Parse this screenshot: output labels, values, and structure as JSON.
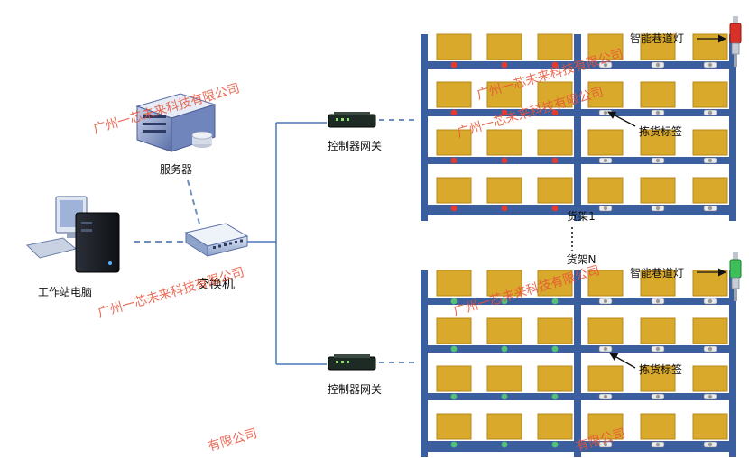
{
  "labels": {
    "server": "服务器",
    "workstation": "工作站电脑",
    "switch": "交换机",
    "controller_top": "控制器网关",
    "controller_bottom": "控制器网关",
    "aisle_light_top": "智能巷道灯",
    "aisle_light_bottom": "智能巷道灯",
    "pick_label_top": "拣货标签",
    "pick_label_bottom": "拣货标签",
    "rack_1": "货架1",
    "rack_n": "货架N"
  },
  "watermarks": [
    "广州一芯未来科技有限公司",
    "广州一芯未来科技有限公司",
    "广州一芯未来科技有限公司",
    "广州一芯未来科技有限公司",
    "广州一芯未来科技有限公司",
    "有限公司",
    "有限公司"
  ],
  "colors": {
    "rack_frame": "#3b5f9e",
    "box": "#d9a92b",
    "box_edge": "#b8891a",
    "indicator_red": "#e23b2f",
    "indicator_green": "#55c07a",
    "indicator_gray": "#9a9a9a",
    "network_line": "#4a78b8",
    "dashed_line": "#6f8fbf",
    "watermark": "#e8533a",
    "aisle_light_red": "#d9302a",
    "aisle_light_green": "#3fbf5a"
  },
  "icons": {
    "server": "server-icon",
    "workstation": "workstation-icon",
    "switch": "network-switch-icon",
    "controller": "gateway-controller-icon",
    "aisle_light": "stack-light-icon",
    "arrow": "arrow-icon"
  }
}
